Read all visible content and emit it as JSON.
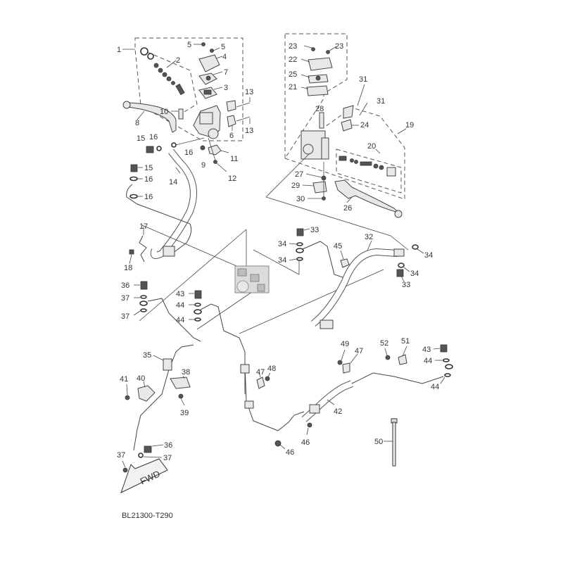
{
  "diagram": {
    "title_code": "BL21300-T290",
    "direction_badge": "FWD",
    "callouts": [
      {
        "id": "c1",
        "text": "1"
      },
      {
        "id": "c2",
        "text": "2"
      },
      {
        "id": "c3",
        "text": "3"
      },
      {
        "id": "c4",
        "text": "4"
      },
      {
        "id": "c5a",
        "text": "5"
      },
      {
        "id": "c5b",
        "text": "5"
      },
      {
        "id": "c6",
        "text": "6"
      },
      {
        "id": "c7",
        "text": "7"
      },
      {
        "id": "c8",
        "text": "8"
      },
      {
        "id": "c9",
        "text": "9"
      },
      {
        "id": "c10",
        "text": "10"
      },
      {
        "id": "c11",
        "text": "11"
      },
      {
        "id": "c12",
        "text": "12"
      },
      {
        "id": "c13a",
        "text": "13"
      },
      {
        "id": "c13b",
        "text": "13"
      },
      {
        "id": "c14",
        "text": "14"
      },
      {
        "id": "c15a",
        "text": "15"
      },
      {
        "id": "c15b",
        "text": "15"
      },
      {
        "id": "c16a",
        "text": "16"
      },
      {
        "id": "c16b",
        "text": "16"
      },
      {
        "id": "c16c",
        "text": "16"
      },
      {
        "id": "c16d",
        "text": "16"
      },
      {
        "id": "c17",
        "text": "17"
      },
      {
        "id": "c18",
        "text": "18"
      },
      {
        "id": "c19",
        "text": "19"
      },
      {
        "id": "c20",
        "text": "20"
      },
      {
        "id": "c21",
        "text": "21"
      },
      {
        "id": "c22",
        "text": "22"
      },
      {
        "id": "c23a",
        "text": "23"
      },
      {
        "id": "c23b",
        "text": "23"
      },
      {
        "id": "c24",
        "text": "24"
      },
      {
        "id": "c25",
        "text": "25"
      },
      {
        "id": "c26",
        "text": "26"
      },
      {
        "id": "c27",
        "text": "27"
      },
      {
        "id": "c28",
        "text": "28"
      },
      {
        "id": "c29",
        "text": "29"
      },
      {
        "id": "c30",
        "text": "30"
      },
      {
        "id": "c31a",
        "text": "31"
      },
      {
        "id": "c31b",
        "text": "31"
      },
      {
        "id": "c32",
        "text": "32"
      },
      {
        "id": "c33a",
        "text": "33"
      },
      {
        "id": "c33b",
        "text": "33"
      },
      {
        "id": "c34a",
        "text": "34"
      },
      {
        "id": "c34b",
        "text": "34"
      },
      {
        "id": "c34c",
        "text": "34"
      },
      {
        "id": "c34d",
        "text": "34"
      },
      {
        "id": "c35",
        "text": "35"
      },
      {
        "id": "c36a",
        "text": "36"
      },
      {
        "id": "c36b",
        "text": "36"
      },
      {
        "id": "c37a",
        "text": "37"
      },
      {
        "id": "c37b",
        "text": "37"
      },
      {
        "id": "c37c",
        "text": "37"
      },
      {
        "id": "c37d",
        "text": "37"
      },
      {
        "id": "c38",
        "text": "38"
      },
      {
        "id": "c39",
        "text": "39"
      },
      {
        "id": "c40",
        "text": "40"
      },
      {
        "id": "c41",
        "text": "41"
      },
      {
        "id": "c42",
        "text": "42"
      },
      {
        "id": "c43a",
        "text": "43"
      },
      {
        "id": "c43b",
        "text": "43"
      },
      {
        "id": "c44a",
        "text": "44"
      },
      {
        "id": "c44b",
        "text": "44"
      },
      {
        "id": "c44c",
        "text": "44"
      },
      {
        "id": "c44d",
        "text": "44"
      },
      {
        "id": "c45",
        "text": "45"
      },
      {
        "id": "c46a",
        "text": "46"
      },
      {
        "id": "c46b",
        "text": "46"
      },
      {
        "id": "c47a",
        "text": "47"
      },
      {
        "id": "c47b",
        "text": "47"
      },
      {
        "id": "c48",
        "text": "48"
      },
      {
        "id": "c49",
        "text": "49"
      },
      {
        "id": "c50",
        "text": "50"
      },
      {
        "id": "c51",
        "text": "51"
      },
      {
        "id": "c52",
        "text": "52"
      }
    ]
  }
}
